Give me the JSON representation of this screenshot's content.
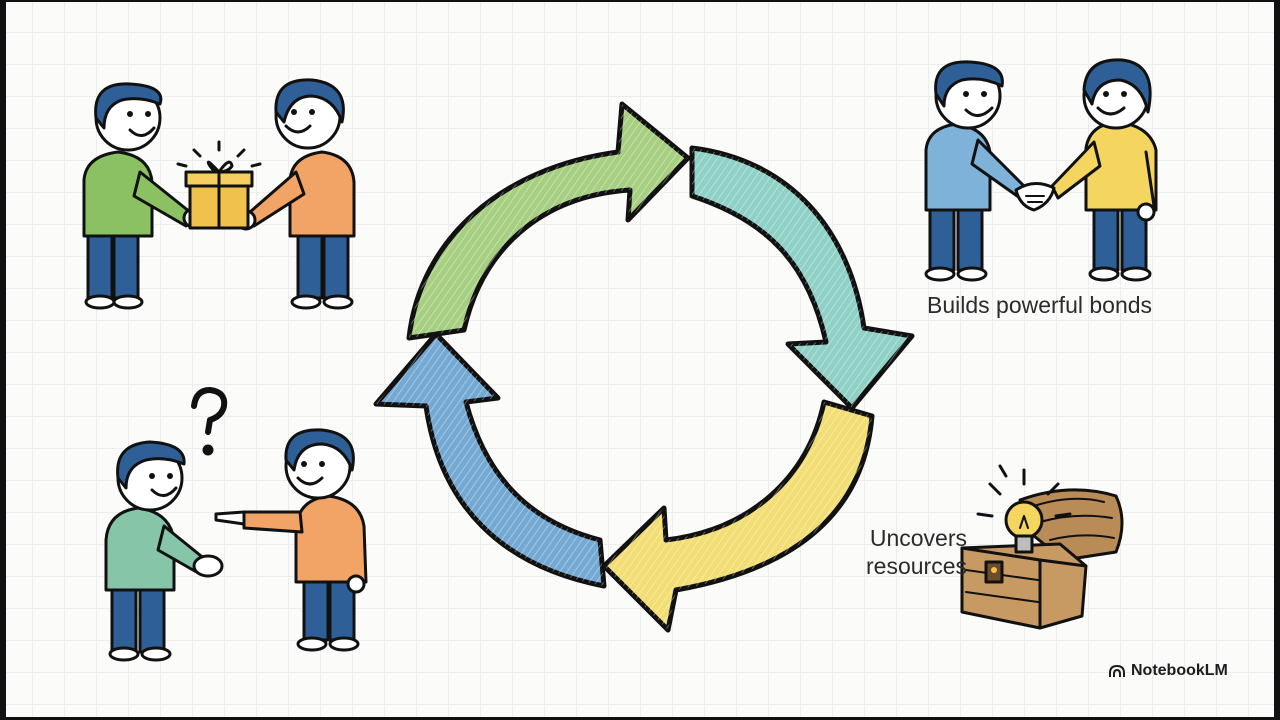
{
  "labels": {
    "bonds": "Builds powerful bonds",
    "resources_line1": "Uncovers",
    "resources_line2": "resources"
  },
  "brand": {
    "name": "NotebookLM",
    "icon": "notebooklm-logo-icon"
  },
  "cycle": {
    "arrows": [
      {
        "name": "green",
        "color": "#a6cf82"
      },
      {
        "name": "teal",
        "color": "#8fd1c6"
      },
      {
        "name": "yellow",
        "color": "#f2de74"
      },
      {
        "name": "blue",
        "color": "#74a9d3"
      }
    ]
  },
  "scenes": [
    {
      "name": "gift-exchange",
      "icon": "gift-icon"
    },
    {
      "name": "handshake",
      "icon": "handshake-icon"
    },
    {
      "name": "question-introduction",
      "icon": "question-mark-icon"
    },
    {
      "name": "treasure-chest",
      "icon": "lightbulb-icon"
    }
  ]
}
